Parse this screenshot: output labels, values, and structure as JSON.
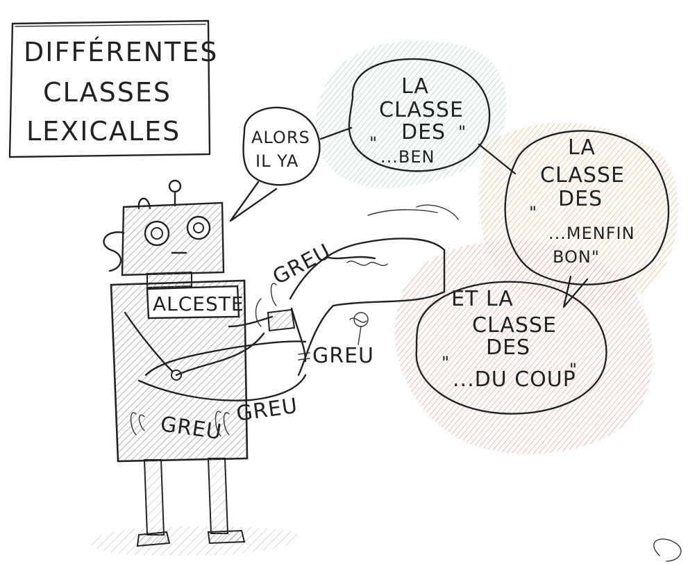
{
  "title_box": {
    "lines": [
      "DIFFÉRENTES",
      "CLASSES",
      "LEXICALES"
    ]
  },
  "robot": {
    "name_plate": "ALCESTE",
    "sounds": [
      "GREU",
      "GREU",
      "GREU",
      "GREU"
    ]
  },
  "bubbles": {
    "intro": [
      "ALORS",
      "IL YA"
    ],
    "ben": [
      "LA",
      "CLASSE",
      "DES",
      "\"",
      "\"",
      "...BEN"
    ],
    "menfin": [
      "LA",
      "CLASSE",
      "DES",
      "\"",
      "...MENFIN",
      "BON\""
    ],
    "ducoup": [
      "ET LA",
      "CLASSE",
      "DES",
      "\"",
      "...DU COUP",
      "\""
    ]
  },
  "colors": {
    "ink": "#222222",
    "green_wash": "#cfe8dc",
    "orange_wash": "#f6d3ac",
    "red_wash": "#f6c3c0",
    "robot_hatch": "#9a9a9a"
  }
}
